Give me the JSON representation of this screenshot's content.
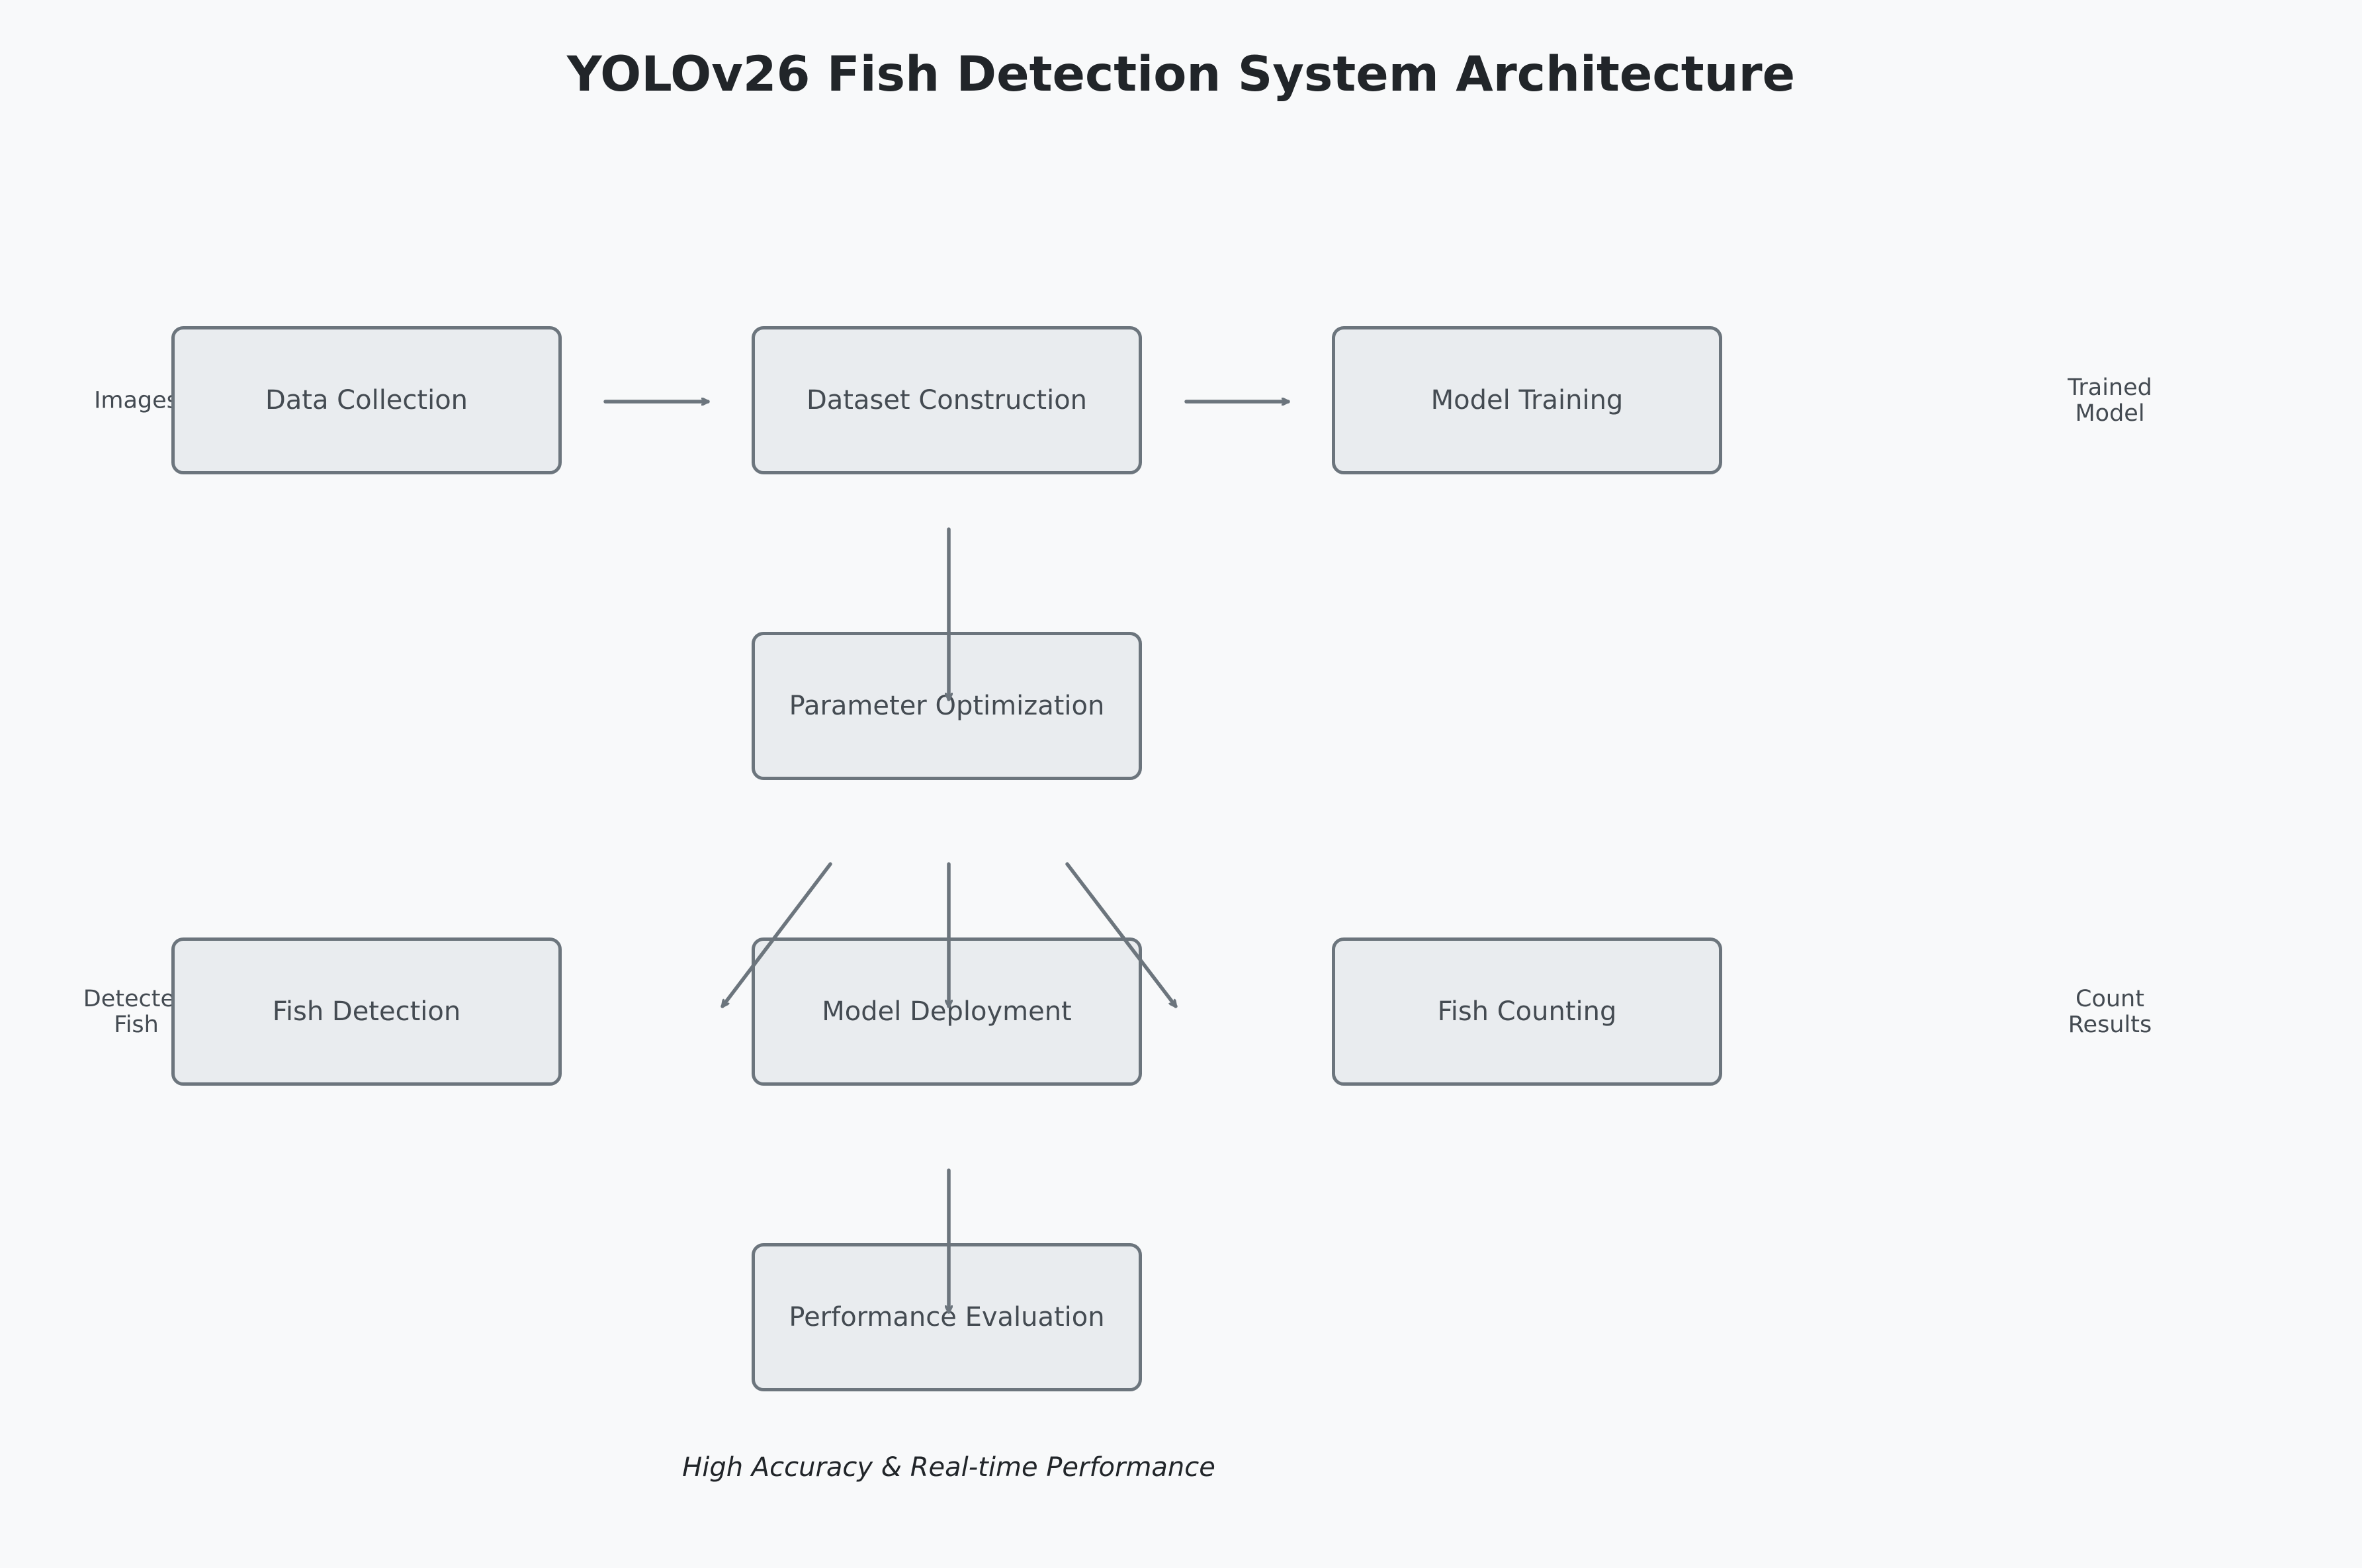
{
  "title": "YOLOv26 Fish Detection System Architecture",
  "nodes": {
    "data_collection": "Data Collection",
    "dataset_construction": "Dataset Construction",
    "model_training": "Model Training",
    "parameter_optimization": "Parameter Optimization",
    "fish_detection": "Fish Detection",
    "model_deployment": "Model Deployment",
    "fish_counting": "Fish Counting",
    "performance_evaluation": "Performance Evaluation"
  },
  "side_labels": {
    "images": "Images",
    "trained_model": "Trained\nModel",
    "detected_fish": "Detected\nFish",
    "count_results": "Count\nResults"
  },
  "caption": "High Accuracy & Real-time Performance",
  "colors": {
    "background": "#f8f9fa",
    "box_fill": "#e9ecef",
    "box_border": "#6c757d",
    "arrow": "#6c757d",
    "text": "#444b52",
    "title": "#212529"
  }
}
